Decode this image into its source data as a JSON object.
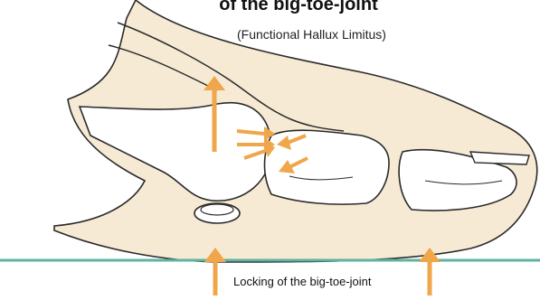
{
  "diagram": {
    "title": "of the big-toe-joint",
    "subtitle": "(Functional Hallux Limitus)",
    "caption": "Locking of the big-toe-joint",
    "colors": {
      "skin": "#f6ead4",
      "bone_fill": "#ffffff",
      "outline": "#2a2a2a",
      "ground_line": "#5fb3a0",
      "arrow": "#f0a64a"
    }
  }
}
